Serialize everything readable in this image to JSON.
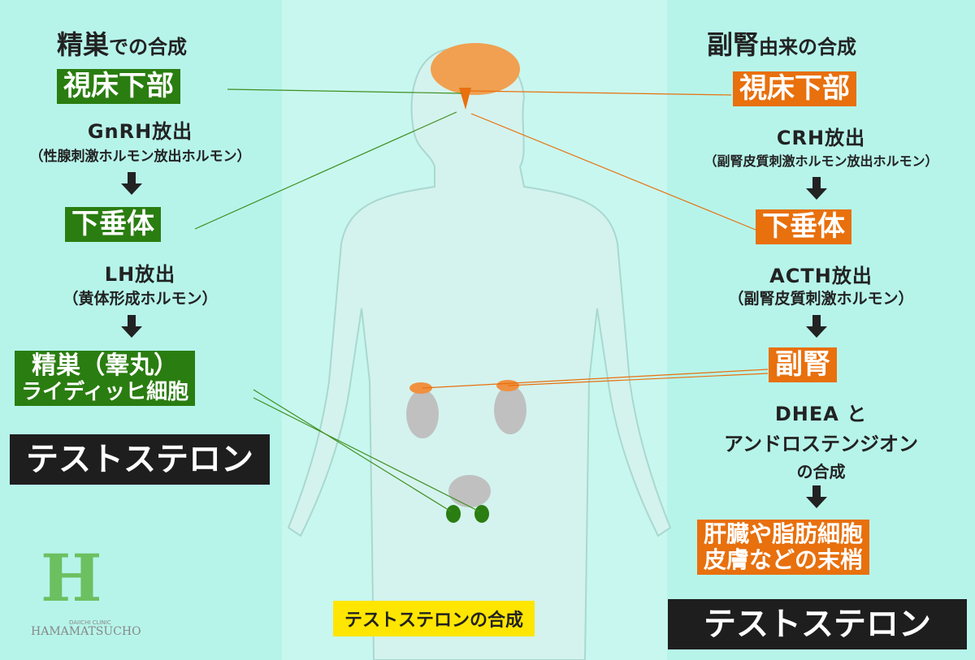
{
  "left": {
    "title_big": "精巣",
    "title_small": "での合成",
    "box1": "視床下部",
    "t1": "GnRH放出",
    "s1": "（性腺刺激ホルモン放出ホルモン）",
    "box2": "下垂体",
    "t2": "LH放出",
    "s2": "（黄体形成ホルモン）",
    "box3_line1": "精巣（睾丸）",
    "box3_line2": "ライディッヒ細胞",
    "result": "テストステロン"
  },
  "right": {
    "title_big": "副腎",
    "title_small": "由来の合成",
    "box1": "視床下部",
    "t1": "CRH放出",
    "s1": "（副腎皮質刺激ホルモン放出ホルモン）",
    "box2": "下垂体",
    "t2": "ACTH放出",
    "s2": "（副腎皮質刺激ホルモン）",
    "box3": "副腎",
    "t3a": "DHEA と",
    "t3b": "アンドロステンジオン",
    "t3c": "の合成",
    "box4_line1": "肝臓や脂肪細胞",
    "box4_line2": "皮膚などの末梢",
    "result": "テストステロン"
  },
  "center": {
    "caption": "テストステロンの合成"
  },
  "logo": {
    "letter": "H",
    "sub": "DAIICHI CLINIC",
    "name": "HAMAMATSUCHO"
  },
  "colors": {
    "green": "#2a7d10",
    "orange": "#e8700d",
    "yellow": "#ffe600"
  }
}
